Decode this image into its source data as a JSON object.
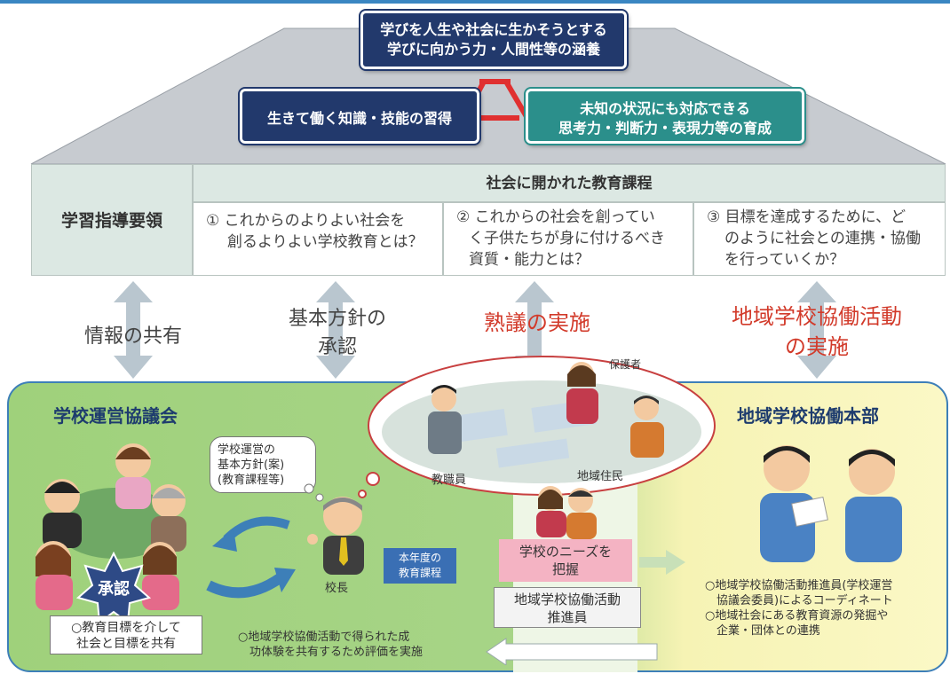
{
  "top": {
    "goal_line1": "学びを人生や社会に生かそうとする",
    "goal_line2": "学びに向かう力・人間性等の涵養",
    "knowledge": "生きて働く知識・技能の習得",
    "thinking_line1": "未知の状況にも対応できる",
    "thinking_line2": "思考力・判断力・表現力等の育成"
  },
  "table": {
    "left_label": "学習指導要領",
    "band_title": "社会に開かれた教育課程",
    "q1_line1": "①  これからのよりよい社会を",
    "q1_line2": "創るよりよい学校教育とは？",
    "q2_line1": "②  これからの社会を創ってい",
    "q2_line2": "く子供たちが身に付けるべき",
    "q2_line3": "資質・能力とは？",
    "q3_line1": "③  目標を達成するために、ど",
    "q3_line2": "のように社会との連携・協働",
    "q3_line3": "を行っていくか？"
  },
  "middle": {
    "info_share": "情報の共有",
    "policy_line1": "基本方針の",
    "policy_line2": "承認",
    "deliberation": "熟議の実施",
    "collab_line1": "地域学校協働活動",
    "collab_line2": "の実施"
  },
  "bottom": {
    "council_title": "学校運営協議会",
    "hq_title": "地域学校協働本部",
    "speech_line1": "学校運営の",
    "speech_line2": "基本方針(案)",
    "speech_line3": "(教育課程等)",
    "approval": "承認",
    "council_note_line1": "○教育目標を介して",
    "council_note_line2": "社会と目標を共有",
    "principal": "校長",
    "curriculum_line1": "本年度の",
    "curriculum_line2": "教育課程",
    "evaluation_line1": "○地域学校協働活動で得られた成",
    "evaluation_line2": "功体験を共有するため評価を実施",
    "guardian": "保護者",
    "teacher": "教職員",
    "resident": "地域住民",
    "needs_line1": "学校のニーズを",
    "needs_line2": "把握",
    "promoter_line1": "地域学校協働活動",
    "promoter_line2": "推進員",
    "hq_note_line1": "○地域学校協働活動推進員(学校運営",
    "hq_note_line2": "協議会委員)によるコーディネート",
    "hq_note_line3": "○地域社会にある教育資源の発掘や",
    "hq_note_line4": "企業・団体との連携"
  },
  "colors": {
    "navy": "#22396c",
    "teal": "#2b8f8b",
    "red_text": "#d23a2a",
    "green_area": "#a7d487",
    "yellow_area": "#fbf8c6"
  }
}
